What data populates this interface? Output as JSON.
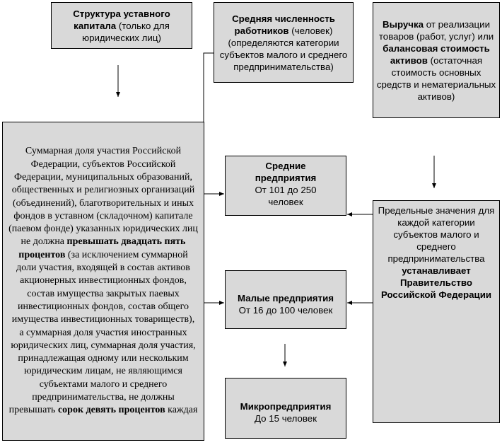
{
  "boxes": {
    "charter_capital": {
      "bold": "Структура уставного капитала",
      "text": " (только для юридических лиц)"
    },
    "headcount": {
      "bold": "Средняя численность работников",
      "text": " (человек) (определяются категории субъектов малого и среднего предпринимательства)"
    },
    "revenue": {
      "bold1": "Выручка",
      "text1": " от реализации товаров (работ, услуг) или ",
      "bold2": "балансовая стоимость активов",
      "text2": " (остаточная стоимость основных средств и нематериальных активов)"
    },
    "participation": {
      "text1": "Суммарная доля участия Российской Федерации, субъектов Российской Федерации, муниципальных образований, общественных и религиозных организаций (объединений), благотворительных и иных фондов в уставном (складочном) капитале (паевом фонде) указанных юридических лиц не должна ",
      "bold1": "превышать двадцать пять процентов",
      "text2": " (за исключением суммарной доли участия, входящей в состав активов акционерных инвестиционных фондов, состав имущества закрытых паевых инвестиционных фондов, состав общего имущества инвестиционных товариществ), а суммарная доля участия иностранных юридических лиц, суммарная доля участия, принадлежащая одному или нескольким юридическим лицам, не являющимся субъектами малого и среднего предпринимательства, не должны превышать ",
      "bold2": "сорок девять процентов",
      "text3": " каждая"
    },
    "medium": {
      "title": "Средние предприятия",
      "range": "От 101 до 250 человек"
    },
    "small": {
      "title": "Малые предприятия",
      "range": "От 16 до 100 человек"
    },
    "micro": {
      "title": "Микропредприятия",
      "range": "До 15 человек"
    },
    "limits": {
      "text": "Предельные значения для каждой категории субъектов малого и среднего предпринимательства ",
      "bold": "устанавливает Правительство Российской Федерации"
    }
  },
  "colors": {
    "box_fill": "#d9d9d9",
    "line": "#000000"
  }
}
